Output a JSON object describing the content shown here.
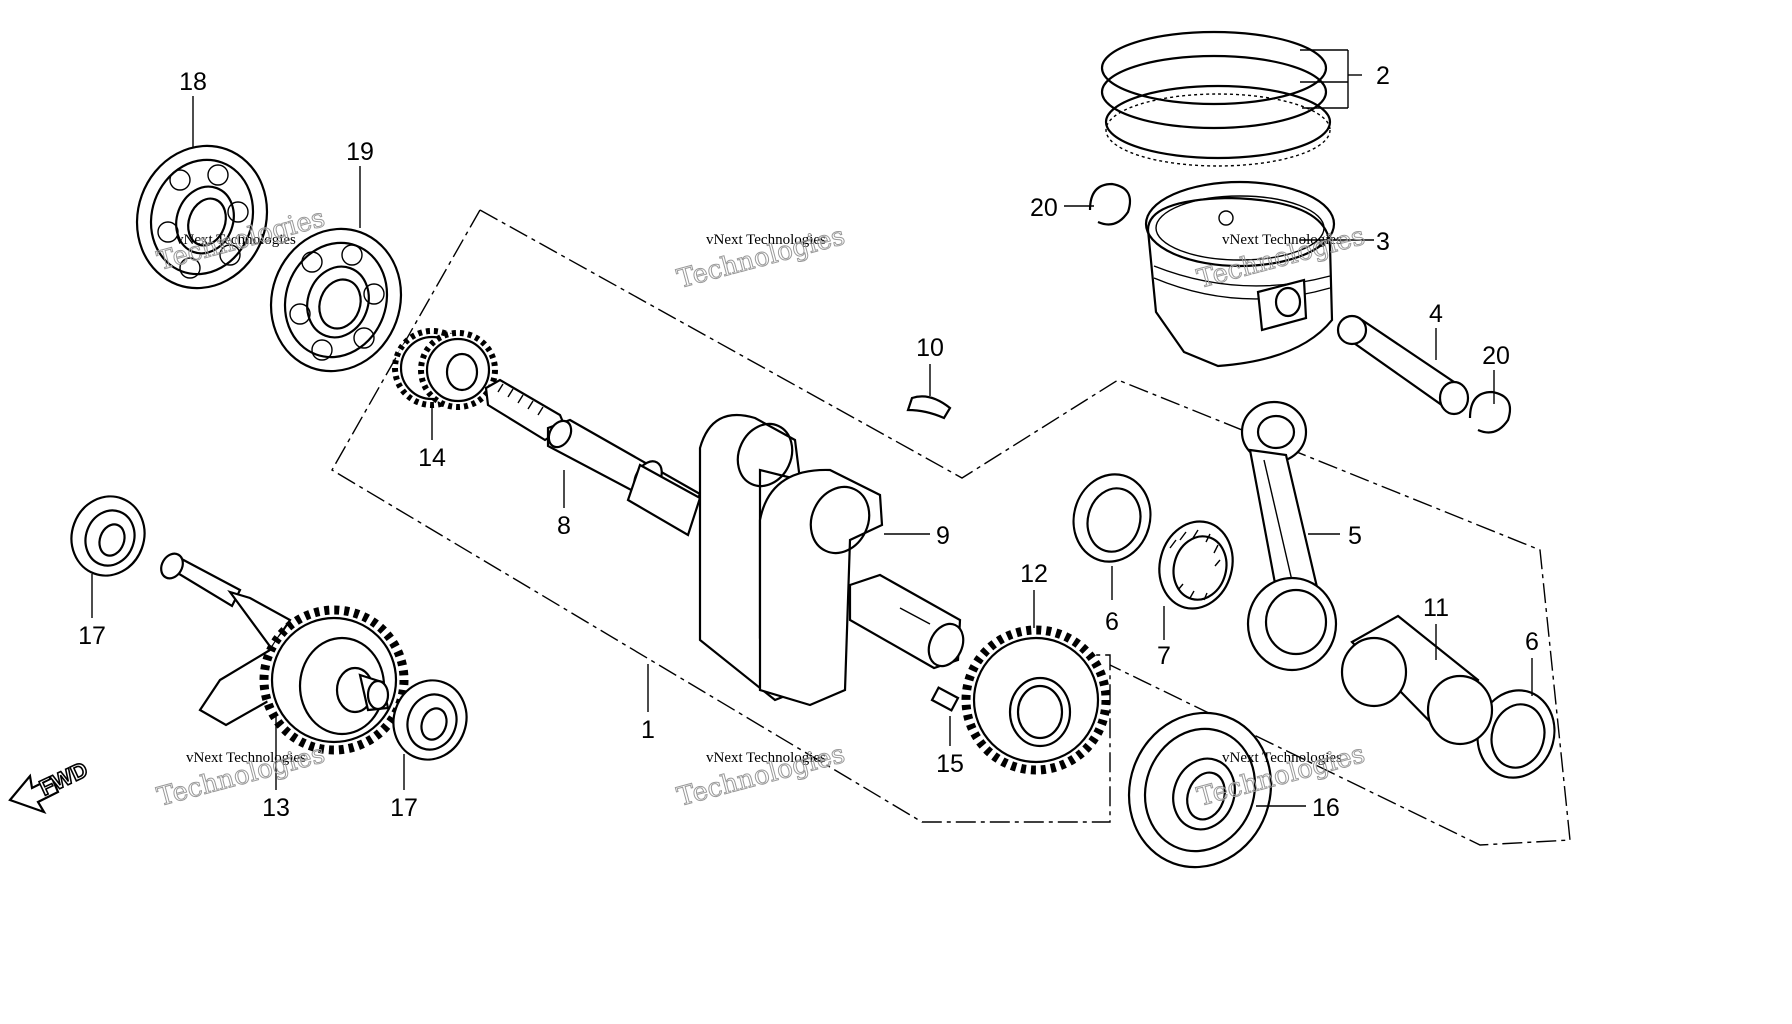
{
  "parts": [
    {
      "id": "p1",
      "num": "1"
    },
    {
      "id": "p2",
      "num": "2"
    },
    {
      "id": "p3",
      "num": "3"
    },
    {
      "id": "p4",
      "num": "4"
    },
    {
      "id": "p5",
      "num": "5"
    },
    {
      "id": "p6a",
      "num": "6"
    },
    {
      "id": "p6b",
      "num": "6"
    },
    {
      "id": "p7",
      "num": "7"
    },
    {
      "id": "p8",
      "num": "8"
    },
    {
      "id": "p9",
      "num": "9"
    },
    {
      "id": "p10",
      "num": "10"
    },
    {
      "id": "p11",
      "num": "11"
    },
    {
      "id": "p12",
      "num": "12"
    },
    {
      "id": "p13",
      "num": "13"
    },
    {
      "id": "p14",
      "num": "14"
    },
    {
      "id": "p15",
      "num": "15"
    },
    {
      "id": "p16",
      "num": "16"
    },
    {
      "id": "p17a",
      "num": "17"
    },
    {
      "id": "p17b",
      "num": "17"
    },
    {
      "id": "p18",
      "num": "18"
    },
    {
      "id": "p19",
      "num": "19"
    },
    {
      "id": "p20a",
      "num": "20"
    },
    {
      "id": "p20b",
      "num": "20"
    }
  ],
  "direction": {
    "label": "FWD",
    "icon": "arrow-left-down-icon"
  },
  "watermark": {
    "line1": "vNext Technologies",
    "line2": "Technologies",
    "line3": "vNext"
  }
}
